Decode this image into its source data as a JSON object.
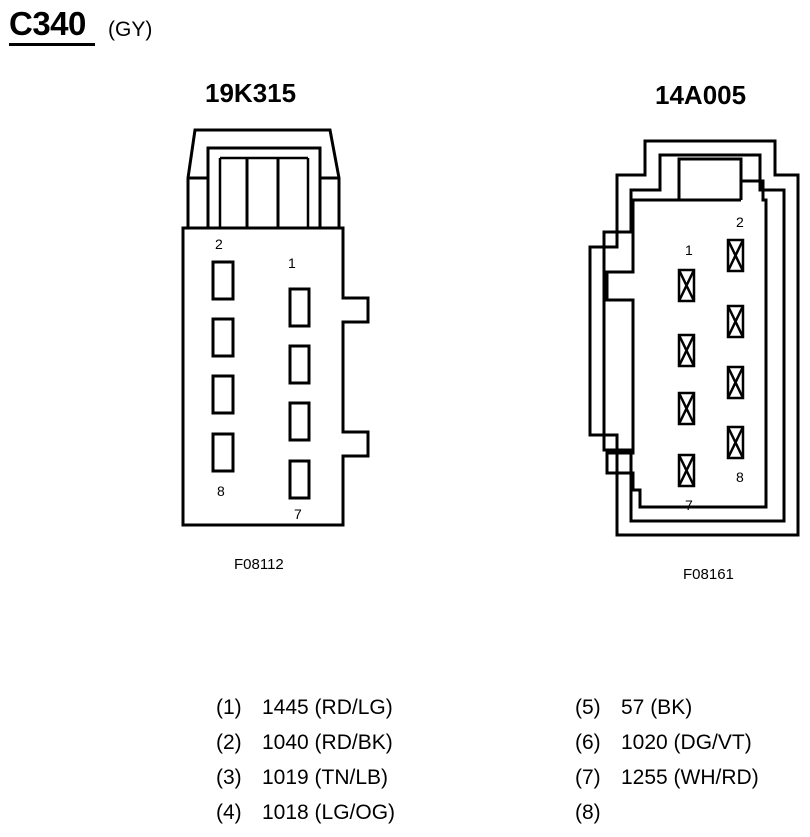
{
  "header": {
    "connector_id": "C340",
    "color_code": "(GY)"
  },
  "connectors": [
    {
      "part_number": "19K315",
      "figure_id": "F08112",
      "pin_labels": {
        "first_right": "1",
        "first_left": "2",
        "last_left": "8",
        "last_right": "7"
      }
    },
    {
      "part_number": "14A005",
      "figure_id": "F08161",
      "pin_labels": {
        "first_left": "1",
        "first_right": "2",
        "last_left": "7",
        "last_right": "8"
      }
    }
  ],
  "pinout": [
    {
      "pin": "(1)",
      "circuit": "1445 (RD/LG)"
    },
    {
      "pin": "(2)",
      "circuit": "1040 (RD/BK)"
    },
    {
      "pin": "(3)",
      "circuit": "1019 (TN/LB)"
    },
    {
      "pin": "(4)",
      "circuit": "1018 (LG/OG)"
    },
    {
      "pin": "(5)",
      "circuit": "57 (BK)"
    },
    {
      "pin": "(6)",
      "circuit": "1020 (DG/VT)"
    },
    {
      "pin": "(7)",
      "circuit": "1255 (WH/RD)"
    },
    {
      "pin": "(8)",
      "circuit": ""
    }
  ]
}
